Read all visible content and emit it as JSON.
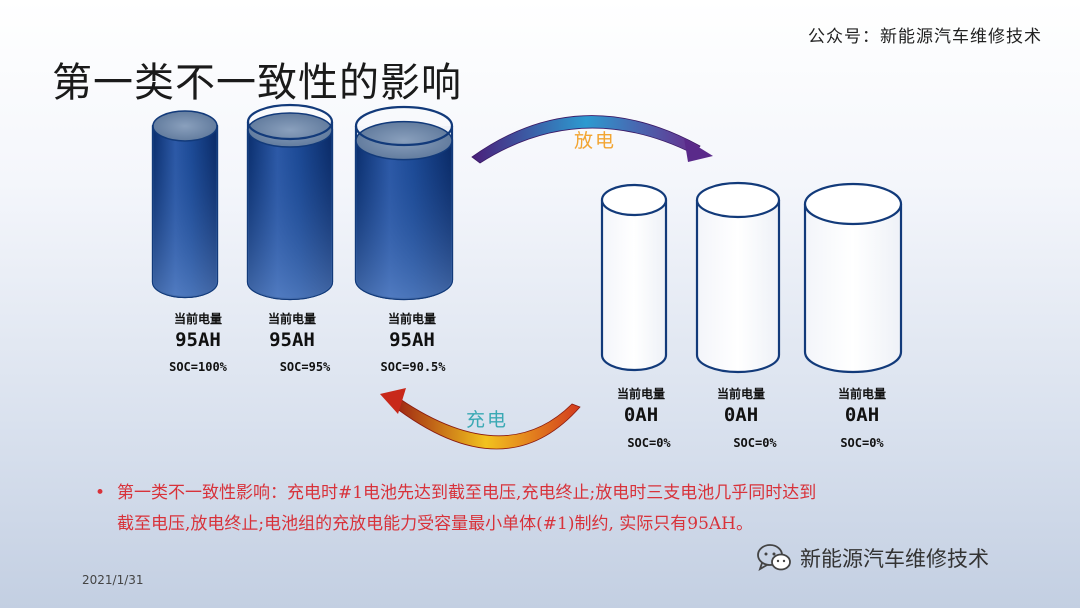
{
  "header_note": "公众号：新能源汽车维修技术",
  "title": "第一类不一致性的影响",
  "arrows": {
    "discharge_label": "放电",
    "charge_label": "充电",
    "discharge_color": "#f2a532",
    "charge_color": "#3aa9b4"
  },
  "charged_group": [
    {
      "current_label": "当前电量",
      "capacity": "95AH",
      "soc": "SOC=100%",
      "fill_fraction": 1.0
    },
    {
      "current_label": "当前电量",
      "capacity": "95AH",
      "soc": "SOC=95%",
      "fill_fraction": 0.95
    },
    {
      "current_label": "当前电量",
      "capacity": "95AH",
      "soc": "SOC=90.5%",
      "fill_fraction": 0.905
    }
  ],
  "discharged_group": [
    {
      "current_label": "当前电量",
      "capacity": "0AH",
      "soc": "SOC=0%",
      "fill_fraction": 0
    },
    {
      "current_label": "当前电量",
      "capacity": "0AH",
      "soc": "SOC=0%",
      "fill_fraction": 0
    },
    {
      "current_label": "当前电量",
      "capacity": "0AH",
      "soc": "SOC=0%",
      "fill_fraction": 0
    }
  ],
  "note": {
    "bullet": "•",
    "line1": "第一类不一致性影响：充电时#1电池先达到截至电压,充电终止;放电时三支电池几乎同时达到",
    "line2": "截至电压,放电终止;电池组的充放电能力受容量最小单体(#1)制约, 实际只有95AH。"
  },
  "date": "2021/1/31",
  "watermark": {
    "text": "新能源汽车维修技术",
    "icon": "wechat-icon"
  },
  "colors": {
    "cell_fill_top": "#6b86a8",
    "cell_fill_dark": "#0d3a82",
    "cell_outline": "#123a7a",
    "note_text": "#d8323a"
  }
}
